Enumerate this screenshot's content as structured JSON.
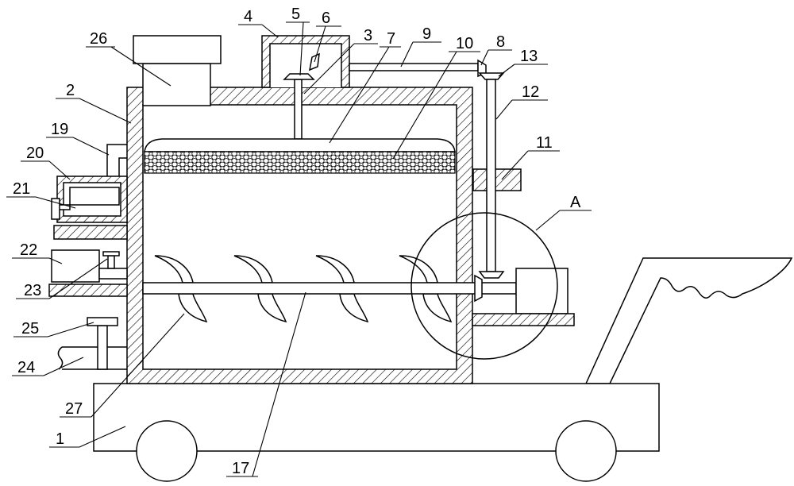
{
  "colors": {
    "stroke": "#000000",
    "background": "#ffffff"
  },
  "labels": {
    "n1": "1",
    "n2": "2",
    "n3": "3",
    "n4": "4",
    "n5": "5",
    "n6": "6",
    "n7": "7",
    "n8": "8",
    "n9": "9",
    "n10": "10",
    "n11": "11",
    "n12": "12",
    "n13": "13",
    "n17": "17",
    "n19": "19",
    "n20": "20",
    "n21": "21",
    "n22": "22",
    "n23": "23",
    "n24": "24",
    "n25": "25",
    "n26": "26",
    "n27": "27",
    "a": "A"
  }
}
